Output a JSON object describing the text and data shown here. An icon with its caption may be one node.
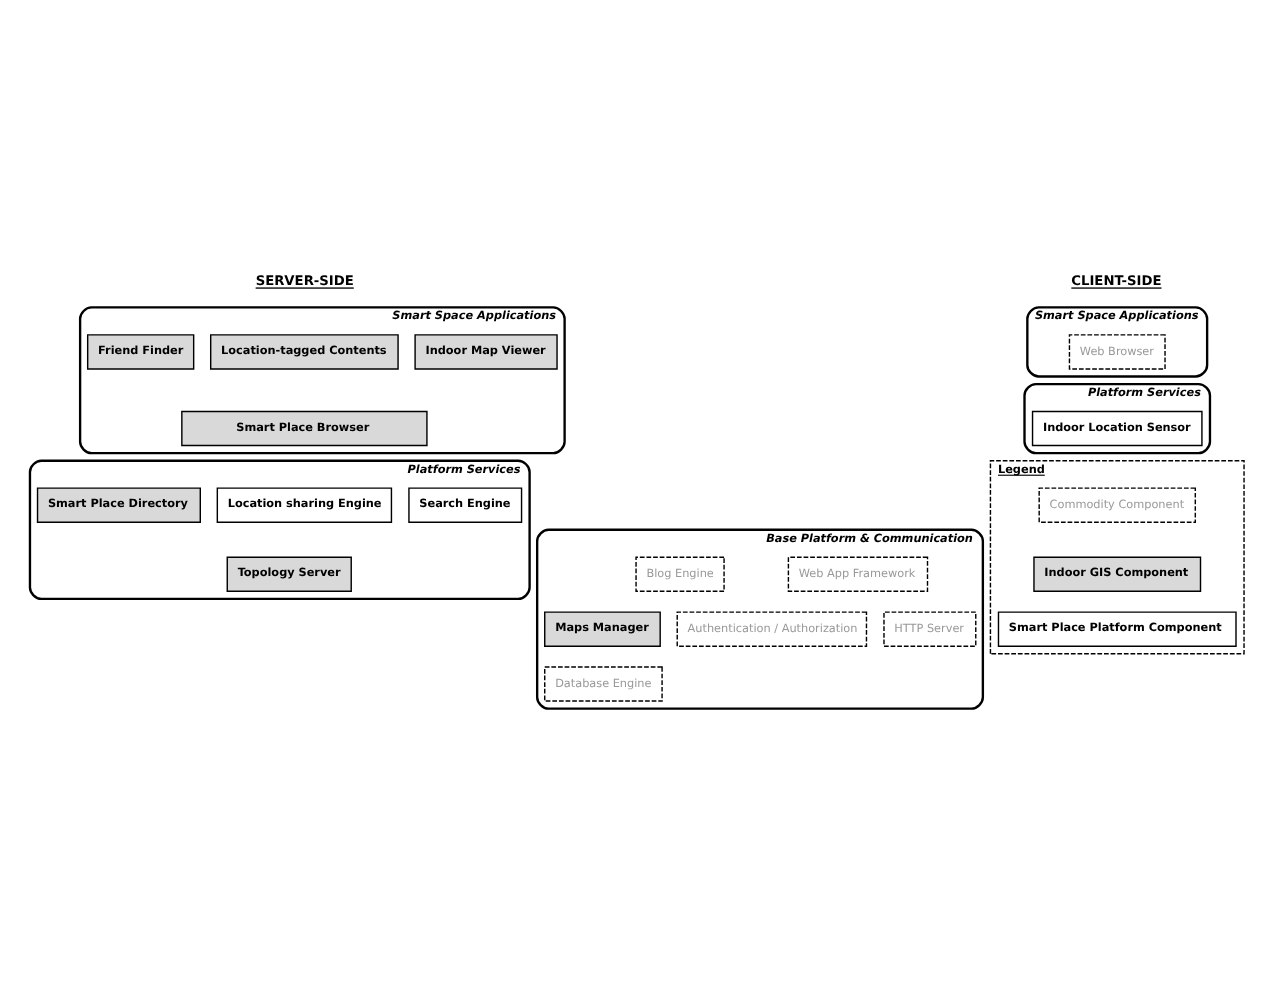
{
  "diagram": {
    "nodes": [
      {
        "text": [
          "Smart Space Applications"
        ]
      },
      {
        "text": [
          "Indoor Map Viewer"
        ],
        "in": 0
      },
      {
        "text": [
          "Location-tagged Contents"
        ],
        "in": 0
      },
      {
        "text": [
          "Friend Finder"
        ],
        "in": 0
      },
      {
        "text": [
          "Smart Place Browser"
        ],
        "in": 0
      },
      {
        "text": [
          "Platform Services"
        ]
      },
      {
        "text": [
          "Smart Place Directory"
        ],
        "in": 5
      },
      {
        "text": [
          "Topology Server"
        ],
        "in": 5
      },
      {
        "text": [
          "Search Engine"
        ],
        "in": 5
      },
      {
        "text": [
          "Location sharing Engine"
        ],
        "in": 5
      },
      {
        "text": [
          "Base Platform & Communication"
        ]
      },
      {
        "text": [
          "Maps Manager"
        ],
        "in": 10
      },
      {
        "text": [
          "Web App Framework"
        ],
        "in": 10
      },
      {
        "text": [
          "Blog Engine"
        ],
        "in": 10
      },
      {
        "text": [
          "Database Engine"
        ],
        "in": 10
      },
      {
        "text": [
          "HTTP Server"
        ],
        "in": 10
      },
      {
        "text": [
          "Authentication / Authorization"
        ],
        "in": 10
      },
      {
        "text": [
          "Smart Space Applications"
        ]
      },
      {
        "text": [
          "Web Browser"
        ],
        "in": 17
      },
      {
        "text": [
          "Platform Services"
        ]
      },
      {
        "text": [
          "Indoor Location Sensor"
        ],
        "in": 19
      },
      {
        "text": [
          "Legend"
        ]
      },
      {
        "text": [
          "Commodity Component"
        ],
        "in": 21
      },
      {
        "text": [
          "Indoor GIS Component"
        ],
        "in": 21
      },
      {
        "text": [
          "Smart Place Platform Component"
        ],
        "in": 21
      }
    ],
    "edges": [],
    "labels": [
      "SERVER-SIDE",
      "CLIENT-SIDE"
    ]
  }
}
